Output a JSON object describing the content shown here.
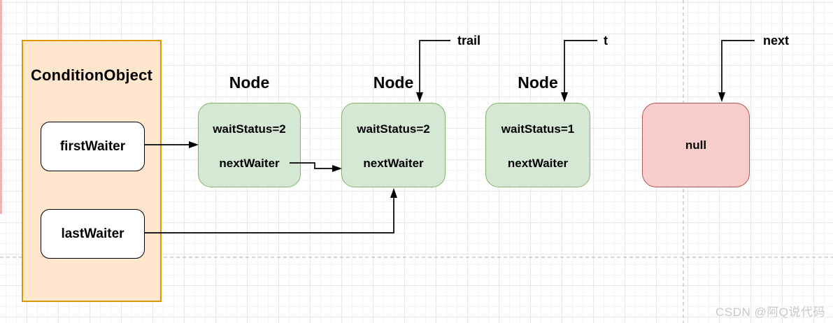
{
  "diagram": {
    "condition_object": {
      "title": "ConditionObject",
      "fields": [
        {
          "label": "firstWaiter"
        },
        {
          "label": "lastWaiter"
        }
      ]
    },
    "nodes": [
      {
        "title": "Node",
        "wait_status": "waitStatus=2",
        "next_waiter": "nextWaiter"
      },
      {
        "title": "Node",
        "wait_status": "waitStatus=2",
        "next_waiter": "nextWaiter"
      },
      {
        "title": "Node",
        "wait_status": "waitStatus=1",
        "next_waiter": "nextWaiter"
      }
    ],
    "null_node": {
      "label": "null"
    },
    "pointer_labels": [
      {
        "label": "trail"
      },
      {
        "label": "t"
      },
      {
        "label": "next"
      }
    ]
  },
  "watermark": {
    "text": "CSDN @阿Q说代码"
  },
  "theme": {
    "condition-fill": "#FFE6CC",
    "condition-stroke": "#D79B00",
    "node-fill": "#D5E8D4",
    "node-stroke": "#82B366",
    "null-fill": "#F8CECC",
    "null-stroke": "#B85450",
    "line-color": "#000000",
    "guide-color": "#BBBBBB",
    "watermark-color": "#C9C6C6"
  }
}
